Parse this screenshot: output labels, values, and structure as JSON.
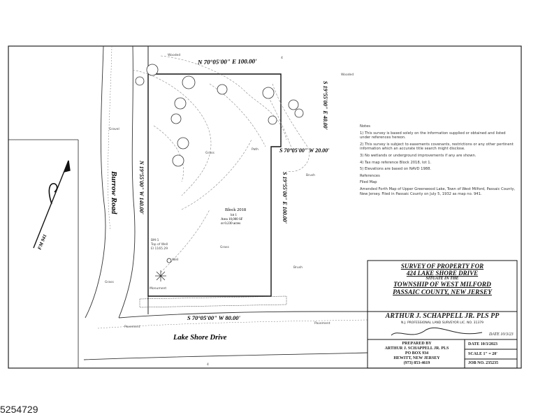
{
  "map": {
    "roads": {
      "burrow": "Burrow Road",
      "lake_shore": "Lake Shore Drive"
    },
    "bearings": {
      "north": "N 70°05'00\" E 100.00'",
      "east_upper": "S 19°55'00\" E 40.00'",
      "step": "S 70°05'00\" W 20.00'",
      "east_lower": "S 19°55'00\" E 100.00'",
      "south": "S 70°05'00\" W 80.00'",
      "west": "N 19°55'00\" W 140.00'"
    },
    "lot": {
      "block": "Block 2018",
      "lot_line": "lot 1",
      "area_line1": "Area 10,000 SF",
      "area_line2": "or 0.230 acres"
    },
    "labels": {
      "wooded_top": "Wooded",
      "wooded_right": "Wooded",
      "gravel": "Gravel",
      "grass_upper": "Grass",
      "grass_lower": "Grass",
      "grass_road": "Grass",
      "path": "Path",
      "brush_upper": "Brush",
      "brush_lower": "Brush",
      "well": "Well",
      "monument": "Monument",
      "pavement": "Pavement",
      "pavement_right": "Pavement",
      "fm_label": "FM 941",
      "well_note1": "BM-1",
      "well_note2": "Top of Well",
      "well_note3": "El 1165.29",
      "north_mark": "4",
      "bottom_mark": "4"
    }
  },
  "notes": {
    "heading": "Notes",
    "items": [
      "1) This survey is based solely on the information supplied or obtained and listed under references hereon.",
      "2) This survey is subject to easements covenants, restrictions or any other pertinent information which an accurate title search might disclose.",
      "3) No wetlands or underground improvements if any are shown.",
      "4) Tax map reference Block 2018, lot 1.",
      "5) Elevations are based on NAVD 1988."
    ],
    "references_heading": "References",
    "filed_map": "Filed Map",
    "reference_text": "Amended Forth Map of Upper Greenwood Lake, Town of West Milford, Passaic County, New Jersey. Filed in Passaic County on July 5, 1932 as map no. 941."
  },
  "title_block": {
    "line1": "SURVEY OF PROPERTY FOR",
    "line2": "424 LAKE SHORE DRIVE",
    "line3": "SITUATE IN THE",
    "line4": "TOWNSHIP OF WEST MILFORD",
    "line5": "PASSAIC COUNTY, NEW JERSEY",
    "surveyor": "ARTHUR J. SCHAPPELL JR. PLS PP",
    "license": "N.J. PROFESSIONAL LAND SURVEYOR LIC. NO. 31379",
    "date_sig": "DATE 10/3/23",
    "prepared_by": "PREPARED BY",
    "prepared_name": "ARTHUR J. SCHAPPELL JR. PLS",
    "po_box": "PO BOX 934",
    "city": "HEWITT, NEW JERSEY",
    "phone": "(973) 853-4619",
    "date": "DATE 10/3/2023",
    "scale": "SCALE   1\" = 20'",
    "job_no": "JOB NO. 235235"
  },
  "listing_id": "5254729"
}
